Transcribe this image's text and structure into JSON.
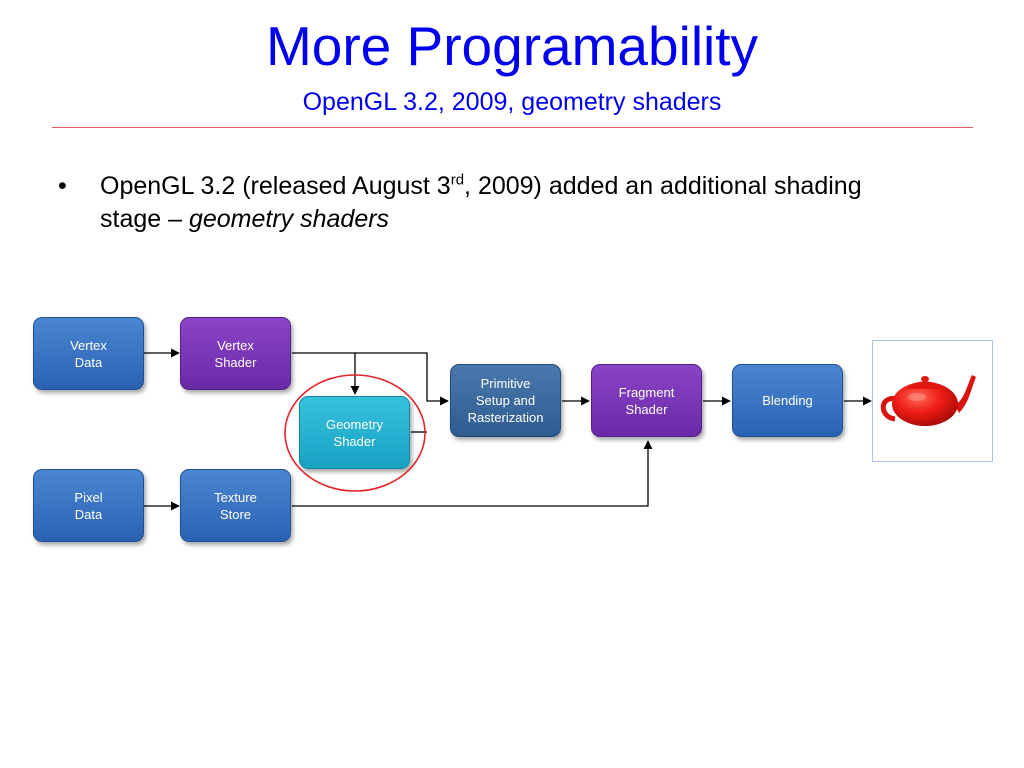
{
  "slide": {
    "title": "More Programability",
    "subtitle": "OpenGL 3.2, 2009, geometry shaders",
    "bullet": {
      "marker": "•",
      "text_before": "OpenGL 3.2 (released August 3",
      "superscript": "rd",
      "text_middle": ", 2009) added an additional shading stage – ",
      "text_emphasis": "geometry shaders"
    }
  },
  "diagram": {
    "nodes": {
      "vertex_data": "Vertex\nData",
      "vertex_shader": "Vertex\nShader",
      "geometry_shader": "Geometry\nShader",
      "pixel_data": "Pixel\nData",
      "texture_store": "Texture\nStore",
      "primitive_setup": "Primitive\nSetup and\nRasterization",
      "fragment_shader": "Fragment\nShader",
      "blending": "Blending"
    },
    "highlight_color": "#e3262b",
    "output_image": "red-teapot-render"
  },
  "colors": {
    "title": "#0000ee",
    "rule": "#e8595b",
    "node_blue": "#3a75c4",
    "node_purple": "#7b35b8",
    "node_cyan": "#2bb4d2",
    "node_slate": "#3c6a9f"
  }
}
